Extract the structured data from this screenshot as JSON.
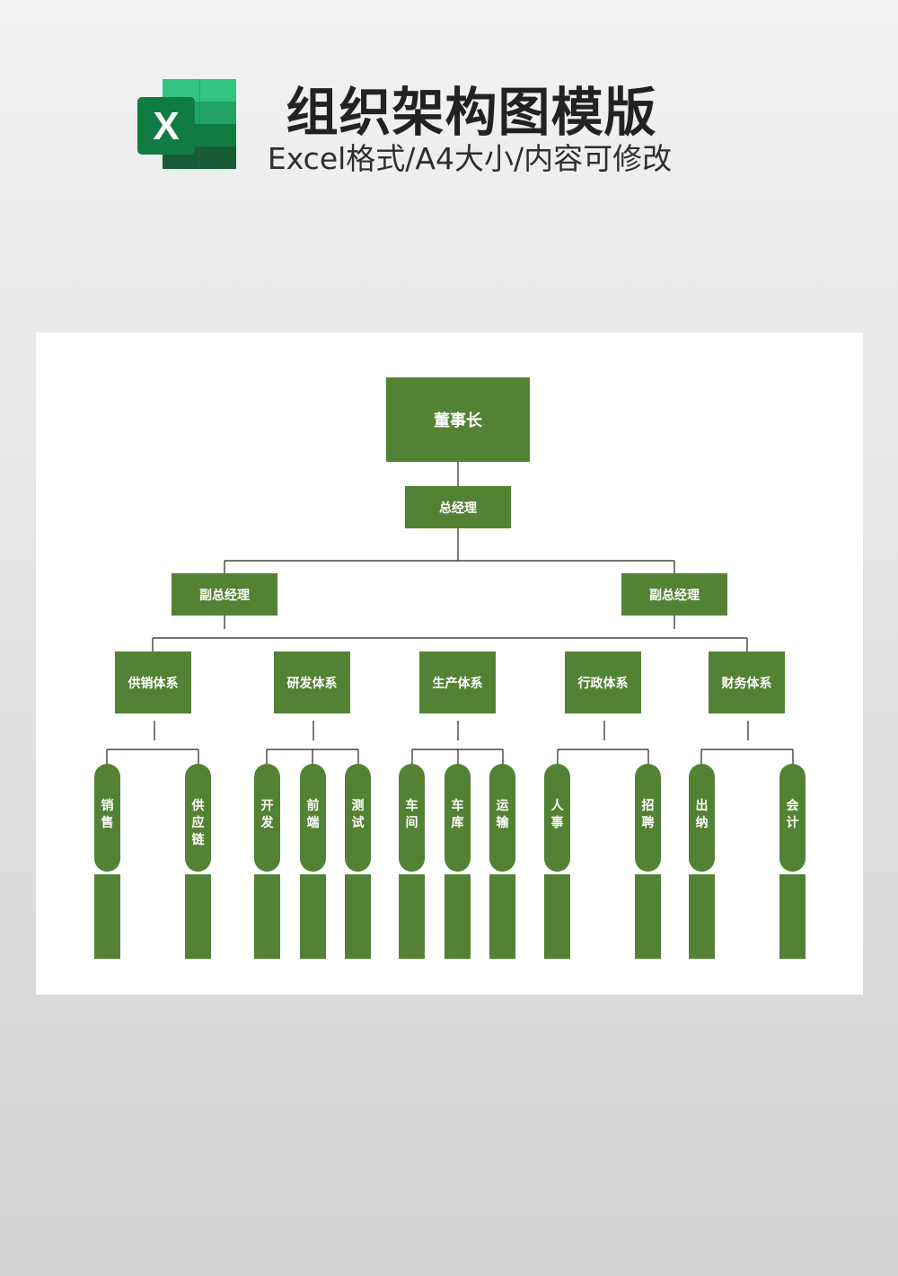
{
  "header": {
    "logo_letter": "X",
    "title": "组织架构图模版",
    "subtitle": "Excel格式/A4大小/内容可修改",
    "logo_colors": [
      "#21a366",
      "#107c41",
      "#185c37",
      "#33c481"
    ]
  },
  "org": {
    "chairman": "董事长",
    "general_manager": "总经理",
    "deputy_left": "副总经理",
    "deputy_right": "副总经理",
    "systems": [
      {
        "label": "供销体系",
        "depts": [
          "销售",
          "供应链"
        ]
      },
      {
        "label": "研发体系",
        "depts": [
          "开发",
          "前端",
          "测试"
        ]
      },
      {
        "label": "生产体系",
        "depts": [
          "车间",
          "车库",
          "运输"
        ]
      },
      {
        "label": "行政体系",
        "depts": [
          "人事",
          "招聘"
        ]
      },
      {
        "label": "财务体系",
        "depts": [
          "出纳",
          "会计"
        ]
      }
    ],
    "accent_color": "#548235"
  }
}
